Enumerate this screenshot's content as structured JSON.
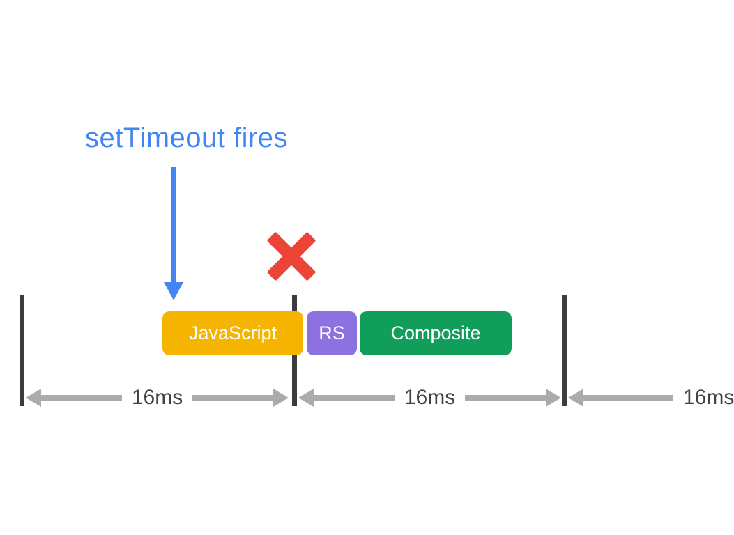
{
  "diagram": {
    "title": "setTimeout fires",
    "annotation_arrow": "down-arrow",
    "cancel_mark": "x-mark",
    "blocks": [
      {
        "label": "JavaScript",
        "color": "#f4b400"
      },
      {
        "label": "RS",
        "color": "#8b72e0"
      },
      {
        "label": "Composite",
        "color": "#119e5a"
      }
    ],
    "frames": [
      {
        "label": "16ms"
      },
      {
        "label": "16ms"
      },
      {
        "label": "16ms"
      }
    ],
    "colors": {
      "title_and_arrow_blue": "#4285f4",
      "x_mark_red": "#ee4437",
      "frame_line_dark": "#3a3d40",
      "measure_gray": "#ababab",
      "measure_text": "#3f4347",
      "background": "#ffffff"
    }
  }
}
